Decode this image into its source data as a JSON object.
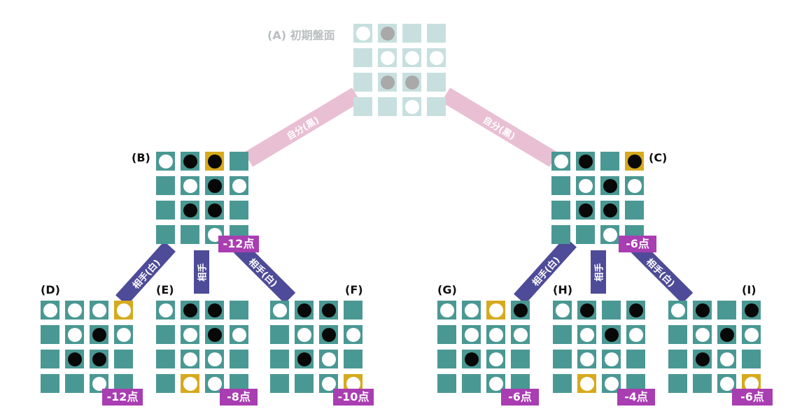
{
  "title": "(A) 初期盤面",
  "edges": {
    "self_black": "自分(黒)",
    "opp_white": "相手(白)",
    "opp": "相手"
  },
  "boards": {
    "A": {
      "label": "(A) 初期盤面",
      "score": "",
      "grid": [
        "w b . .",
        ". w w w",
        ". b b .",
        ". . w ."
      ],
      "yellow": []
    },
    "B": {
      "label": "(B)",
      "score": "-12点",
      "grid": [
        "w b b .",
        ". w b w",
        ". b b .",
        ". . w ."
      ],
      "yellow": [
        "0,2"
      ]
    },
    "C": {
      "label": "(C)",
      "score": "-6点",
      "grid": [
        "w b . b",
        ". w b w",
        ". b b .",
        ". . w ."
      ],
      "yellow": [
        "0,3"
      ]
    },
    "D": {
      "label": "(D)",
      "score": "-12点",
      "grid": [
        "w w w w",
        ". w b w",
        ". b b .",
        ". . w ."
      ],
      "yellow": [
        "0,3"
      ]
    },
    "E": {
      "label": "(E)",
      "score": "-8点",
      "grid": [
        "w b b .",
        ". w b w",
        ". w w .",
        ". w w ."
      ],
      "yellow": [
        "3,1"
      ]
    },
    "F": {
      "label": "(F)",
      "score": "-10点",
      "grid": [
        "w b b .",
        ". w b w",
        ". b w .",
        ". . w w"
      ],
      "yellow": [
        "3,3"
      ]
    },
    "G": {
      "label": "(G)",
      "score": "-6点",
      "grid": [
        "w w w b",
        ". w w w",
        ". b w .",
        ". . w ."
      ],
      "yellow": [
        "0,2"
      ]
    },
    "H": {
      "label": "(H)",
      "score": "-4点",
      "grid": [
        "w b . b",
        ". w b w",
        ". w w .",
        ". w w ."
      ],
      "yellow": [
        "3,1"
      ]
    },
    "I": {
      "label": "(I)",
      "score": "-6点",
      "grid": [
        "w b . b",
        ". w b w",
        ". b w .",
        ". . w w"
      ],
      "yellow": [
        "3,3"
      ]
    }
  },
  "colors": {
    "cell": "#4a9893",
    "cell_faded": "#c7e0df",
    "highlight": "#d6aa1e",
    "score_bg": "#a93db2",
    "self_edge": "#e9bfd3",
    "opp_edge": "#4e4b98"
  }
}
